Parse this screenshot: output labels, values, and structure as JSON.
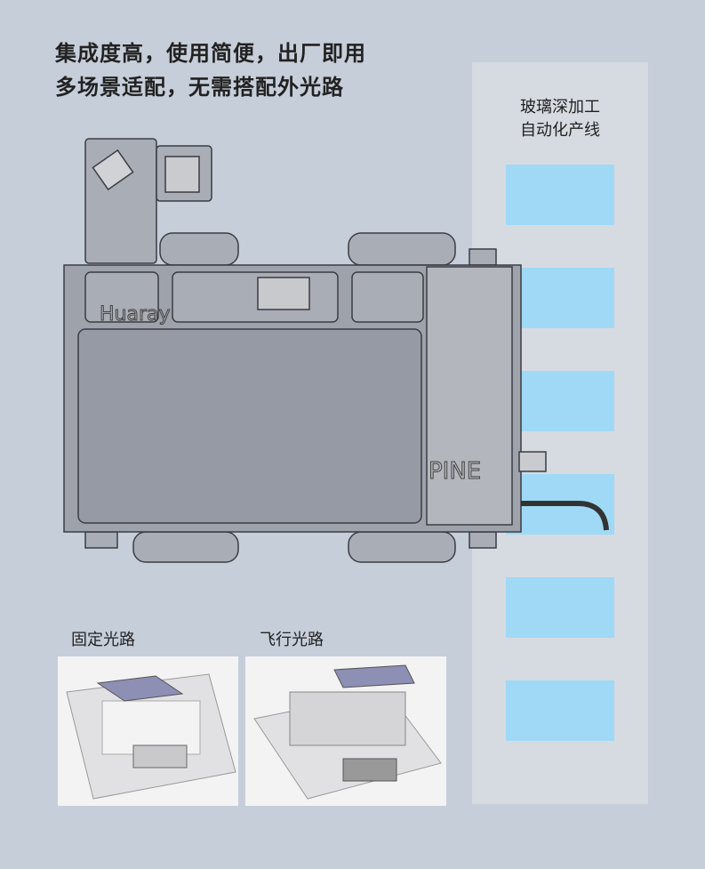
{
  "headline": {
    "line1": "集成度高，使用简便，出厂即用",
    "line2": "多场景适配，无需搭配外光路"
  },
  "panel": {
    "title_line1": "玻璃深加工",
    "title_line2": "自动化产线",
    "slot_count": 6
  },
  "product": {
    "brand_logo": "Huaray",
    "model_label": "PINE"
  },
  "captions": {
    "fixed": "固定光路",
    "flying": "飞行光路"
  },
  "colors": {
    "background": "#c6ceda",
    "panel": "#d6dbe2",
    "slot": "#9fd9f5"
  }
}
